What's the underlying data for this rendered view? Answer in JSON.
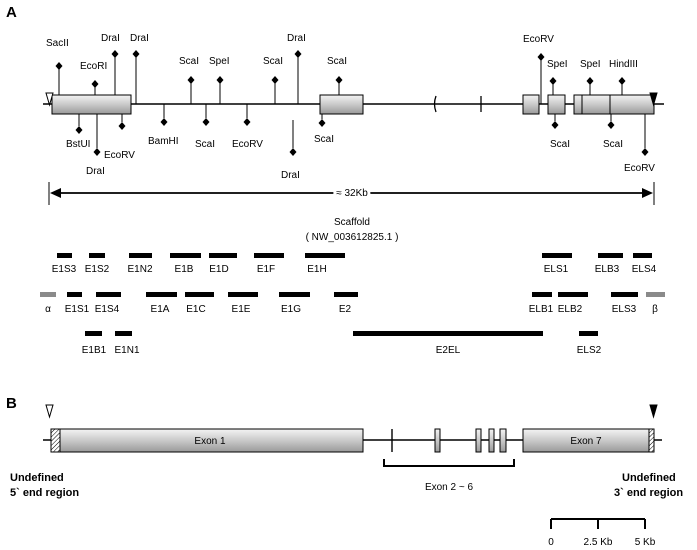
{
  "panel_a": {
    "label": "A",
    "sites_top": [
      "SacII",
      "EcoRI",
      "DraI",
      "DraI",
      "ScaI",
      "SpeI",
      "ScaI",
      "DraI",
      "ScaI",
      "EcoRV",
      "SpeI",
      "SpeI",
      "HindIII"
    ],
    "sites_bottom": [
      "BstUI",
      "EcoRV",
      "DraI",
      "BamHI",
      "ScaI",
      "EcoRV",
      "ScaI",
      "DraI",
      "ScaI",
      "ScaI",
      "EcoRV"
    ],
    "span_label": "≈ 32Kb",
    "scaffold_label": "Scaffold",
    "scaffold_id": "( NW_003612825.1 )",
    "probes_row1": [
      "E1S3",
      "E1S2",
      "E1N2",
      "E1B",
      "E1D",
      "E1F",
      "E1H",
      "ELS1",
      "ELB3",
      "ELS4"
    ],
    "probes_row2": [
      "α",
      "E1S1",
      "E1S4",
      "E1A",
      "E1C",
      "E1E",
      "E1G",
      "E2",
      "ELB1",
      "ELB2",
      "ELS3",
      "β"
    ],
    "probes_row3": [
      "E1B1",
      "E1N1",
      "E2EL",
      "ELS2"
    ]
  },
  "panel_b": {
    "label": "B",
    "exon1_label": "Exon 1",
    "exon7_label": "Exon 7",
    "exon_range_label": "Exon  2 ~ 6",
    "undefined_5_line1": "Undefined",
    "undefined_5_line2": "5` end region",
    "undefined_3_line1": "Undefined",
    "undefined_3_line2": "3` end region",
    "scale_ticks": [
      "0",
      "2.5 Kb",
      "5 Kb"
    ]
  }
}
